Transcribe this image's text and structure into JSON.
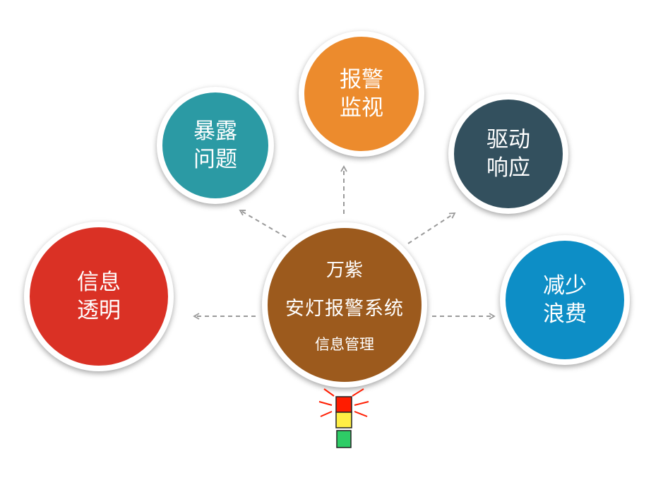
{
  "center": {
    "line1": "万紫",
    "line2": "安灯报警系统",
    "line3": "信息管理",
    "color": "#9c5a1d"
  },
  "nodes": [
    {
      "id": "alarm-monitoring",
      "lines": [
        "报警",
        "监视"
      ],
      "color": "#ec8b2d"
    },
    {
      "id": "expose-problems",
      "lines": [
        "暴露",
        "问题"
      ],
      "color": "#2b9aa4"
    },
    {
      "id": "information-transparency",
      "lines": [
        "信息",
        "透明"
      ],
      "color": "#da3125"
    },
    {
      "id": "drive-response",
      "lines": [
        "驱动",
        "响应"
      ],
      "color": "#33505e"
    },
    {
      "id": "reduce-waste",
      "lines": [
        "减少",
        "浪费"
      ],
      "color": "#0d8ec6"
    }
  ],
  "arrow_color": "#9a9a9a",
  "andon": {
    "icon": "andon-light-tower",
    "red": "#ff1c00",
    "yellow": "#ffee44",
    "green": "#2ecc66",
    "outline": "#222222"
  }
}
